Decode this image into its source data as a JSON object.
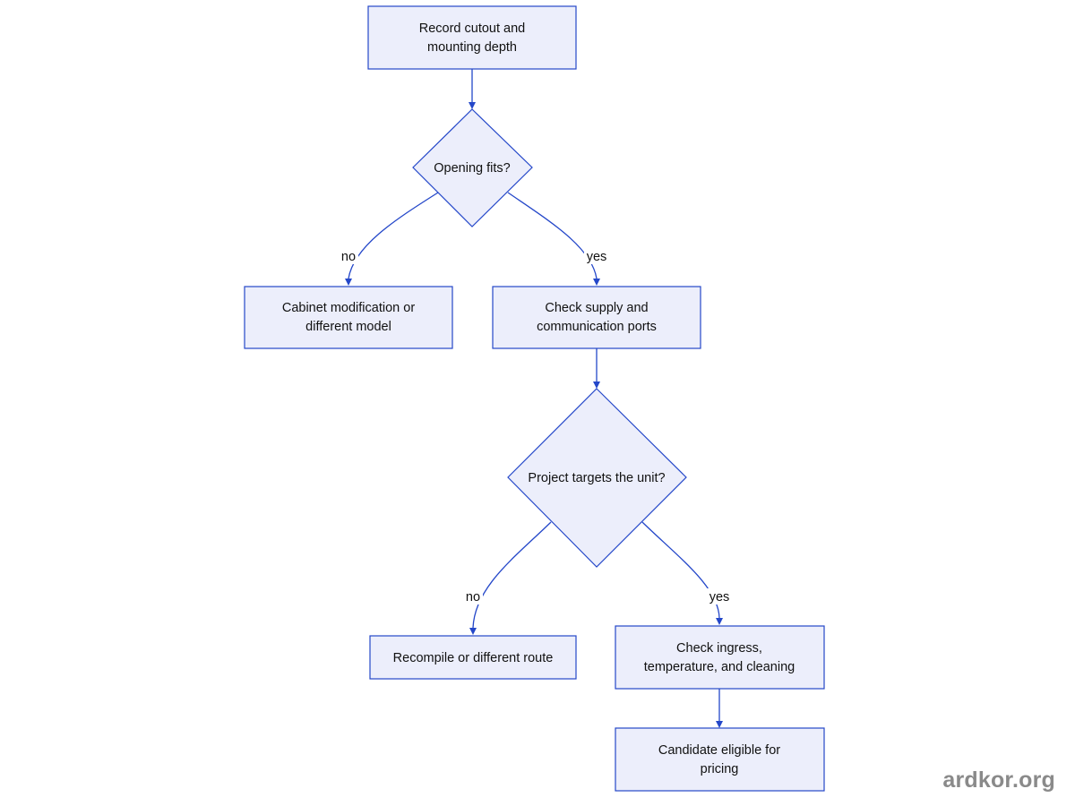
{
  "nodes": {
    "record_cutout": {
      "line1": "Record cutout and",
      "line2": "mounting depth"
    },
    "opening_fits": {
      "label": "Opening fits?"
    },
    "cabinet_mod": {
      "line1": "Cabinet modification or",
      "line2": "different model"
    },
    "check_supply": {
      "line1": "Check supply and",
      "line2": "communication ports"
    },
    "project_targets": {
      "label": "Project targets the unit?"
    },
    "recompile": {
      "label": "Recompile or different route"
    },
    "check_ingress": {
      "line1": "Check ingress,",
      "line2": "temperature, and cleaning"
    },
    "candidate": {
      "line1": "Candidate eligible for",
      "line2": "pricing"
    }
  },
  "edges": {
    "opening_no": "no",
    "opening_yes": "yes",
    "project_no": "no",
    "project_yes": "yes"
  },
  "colors": {
    "node_fill": "#ECEEFB",
    "node_stroke": "#2447C9",
    "edge": "#2447C9"
  },
  "watermark": "ardkor.org"
}
